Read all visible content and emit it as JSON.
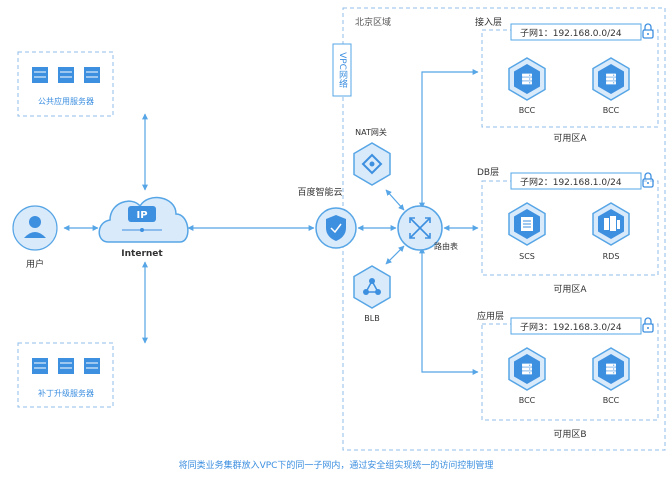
{
  "diagram": {
    "region_label": "北京区域",
    "vpc_label": "VPC网络",
    "baidu_cloud_label": "百度智能云",
    "route_table_label": "路由表",
    "nat_label": "NAT网关",
    "blb_label": "BLB",
    "internet_label": "Internet",
    "ip_label": "IP",
    "user_label": "用户",
    "public_server_label": "公共应用服务器",
    "patch_server_label": "补丁升级服务器",
    "layers": [
      {
        "title": "接入层",
        "subnet": "子网1：192.168.0.0/24",
        "nodes": [
          "BCC",
          "BCC"
        ],
        "zone": "可用区A"
      },
      {
        "title": "DB层",
        "subnet": "子网2：192.168.1.0/24",
        "nodes": [
          "SCS",
          "RDS"
        ],
        "zone": "可用区A"
      },
      {
        "title": "应用层",
        "subnet": "子网3：192.168.3.0/24",
        "nodes": [
          "BCC",
          "BCC"
        ],
        "zone": "可用区B"
      }
    ],
    "caption": "将同类业务集群放入VPC下的同一子网内，通过安全组实现统一的访问控制管理",
    "colors": {
      "accent": "#3d8fe0",
      "line": "#56a5e6",
      "light": "#d9eafa",
      "text": "#333333",
      "dash": "#8fbde8"
    }
  }
}
